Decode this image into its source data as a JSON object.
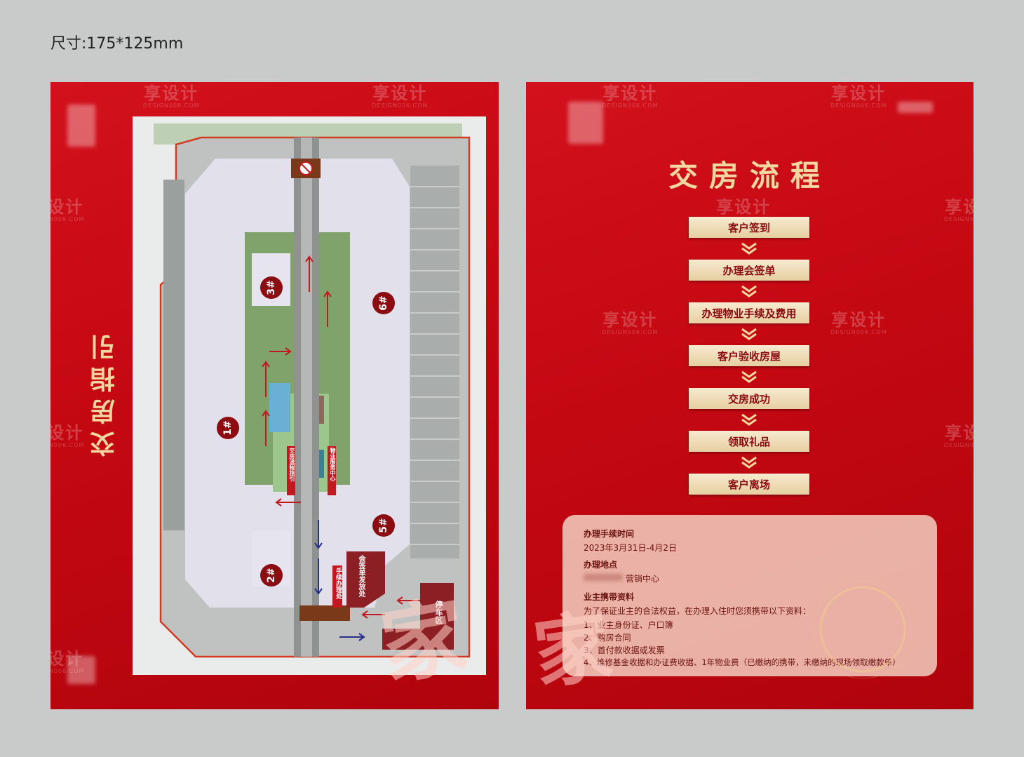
{
  "size_label": "尺寸:175*125mm",
  "watermark": {
    "brand": "享设计",
    "site": "DESIGN006.COM"
  },
  "left_panel": {
    "title": "交房指引",
    "buildings": [
      "3#",
      "6#",
      "1#",
      "5#",
      "2#"
    ],
    "labels": {
      "handover_office": "手续办理处",
      "sign_office": "会签单发放处",
      "parking": "停车区",
      "left_vertical": "交房流程指引",
      "right_vertical": "物业服务中心"
    }
  },
  "right_panel": {
    "title": "交房流程",
    "steps": [
      "客户签到",
      "办理会签单",
      "办理物业手续及费用",
      "客户验收房屋",
      "交房成功",
      "领取礼品",
      "客户离场"
    ],
    "info": {
      "time_title": "办理手续时间",
      "time_value": "2023年3月31日-4月2日",
      "place_title": "办理地点",
      "place_value": "营销中心",
      "docs_title": "业主携带资料",
      "docs_intro": "为了保证业主的合法权益，在办理入住时您须携带以下资料：",
      "docs": [
        "1、业主身份证、户口簿",
        "2、购房合同",
        "3、首付款收据或发票",
        "4、维修基金收据和办证费收据、1年物业费（已缴纳的携带，未缴纳的现场领取缴款单）"
      ]
    }
  },
  "colors": {
    "panel_red": "#c40812",
    "gold": "#f2d8a0",
    "marker": "#8b0d12"
  }
}
